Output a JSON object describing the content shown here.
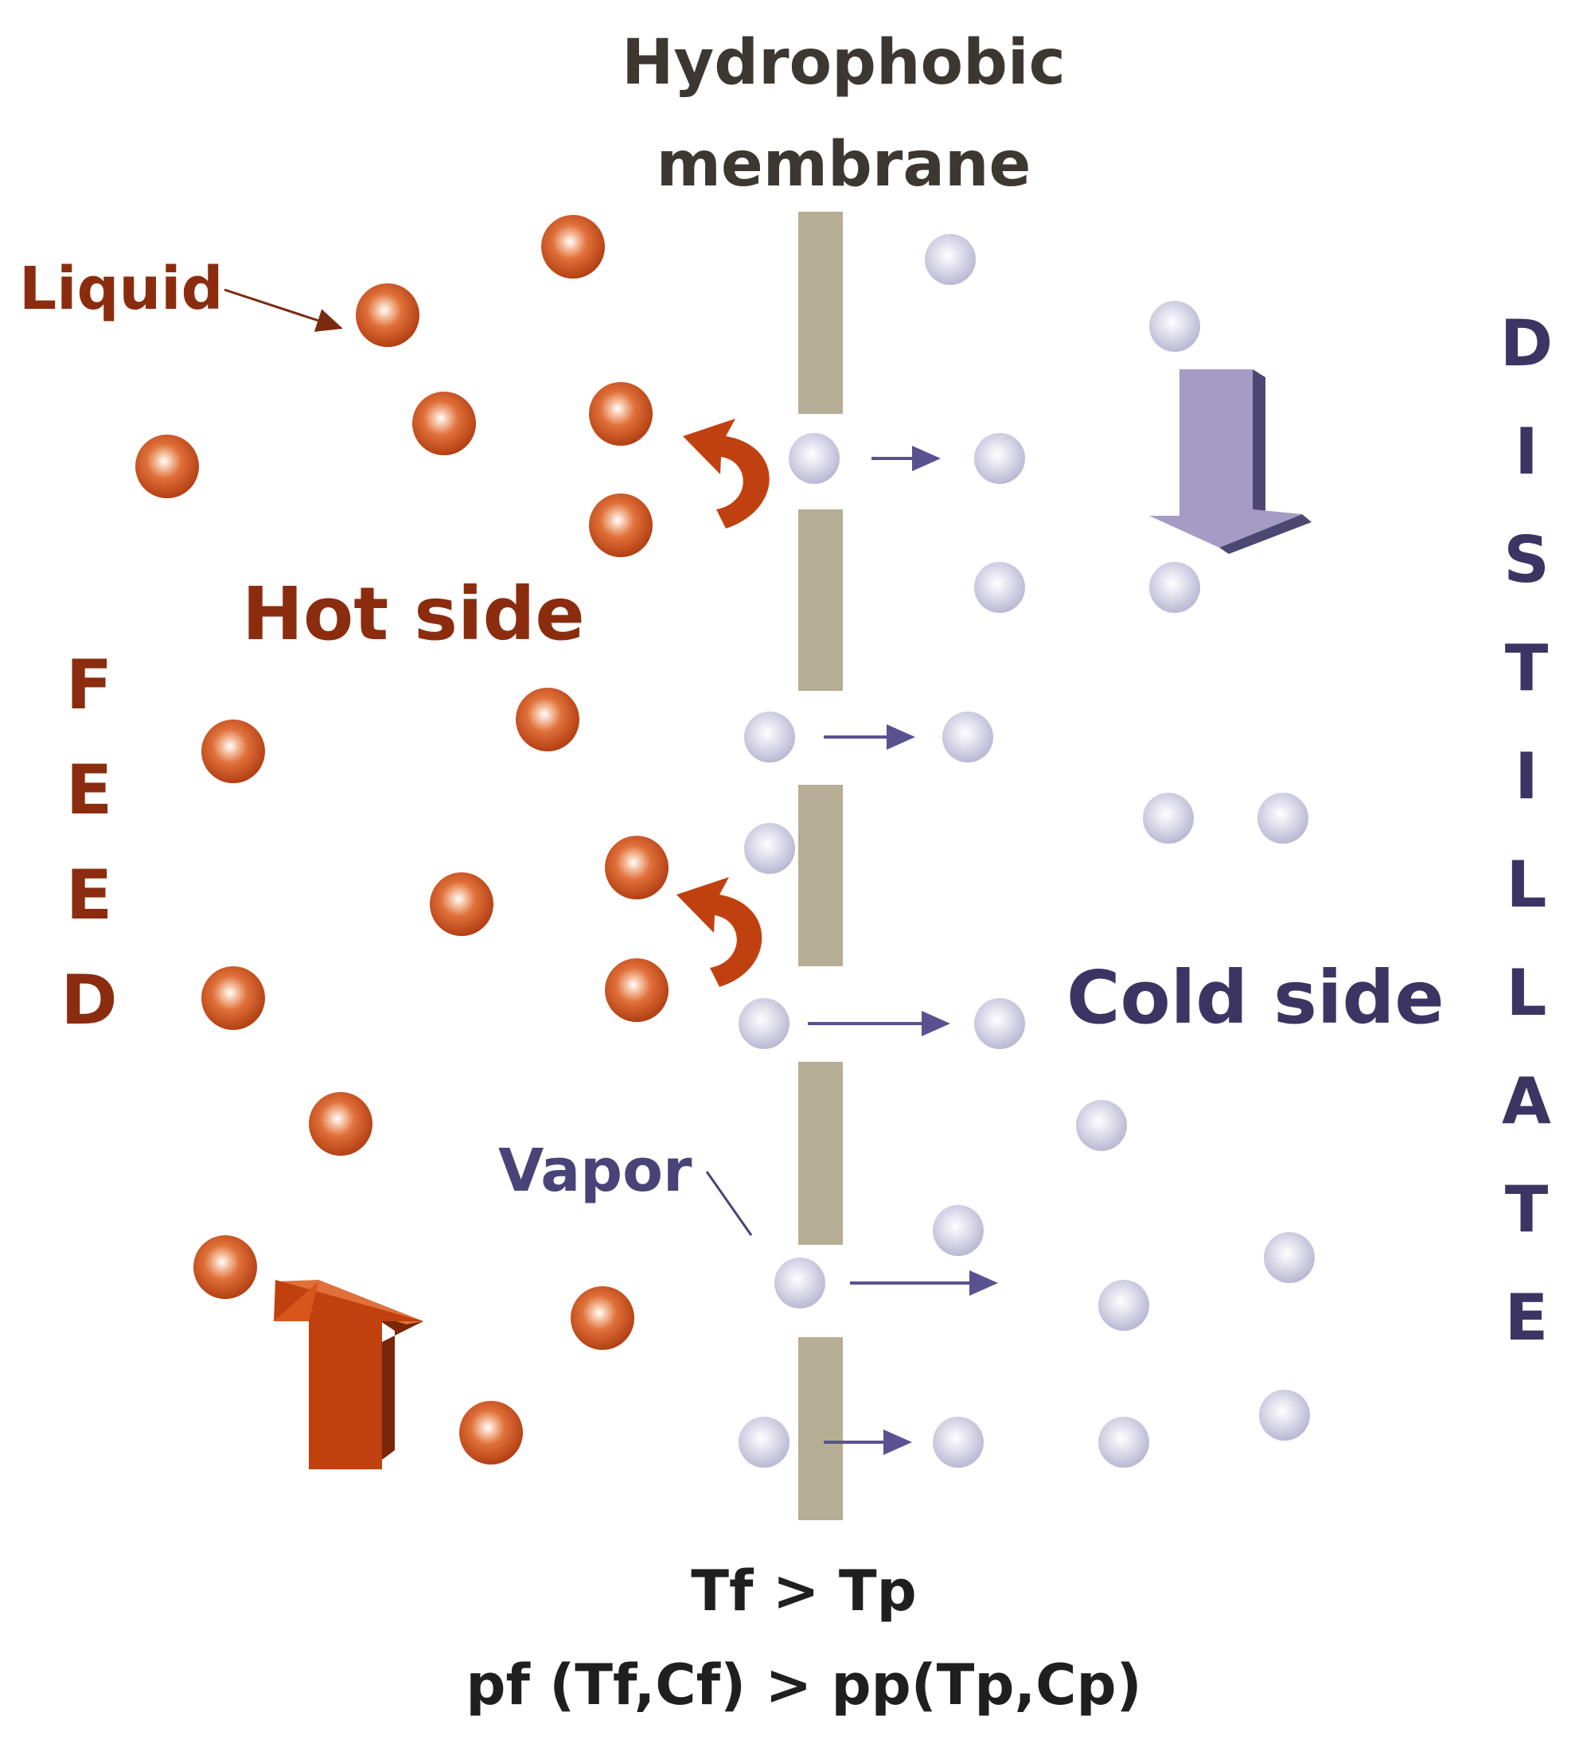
{
  "title": {
    "line1": "Hydrophobic",
    "line2": "membrane"
  },
  "labels": {
    "liquid": "Liquid",
    "hot_side": "Hot side",
    "cold_side": "Cold side",
    "vapor": "Vapor"
  },
  "feed": [
    "F",
    "E",
    "E",
    "D"
  ],
  "distillate": [
    "D",
    "I",
    "S",
    "T",
    "I",
    "L",
    "L",
    "A",
    "T",
    "E"
  ],
  "equations": {
    "line1": "Tf > Tp",
    "line2": "pf (Tf,Cf) > pp(Tp,Cp)"
  },
  "colors": {
    "liquid_particle": "#d2541f",
    "vapor_particle": "#c9c7de",
    "membrane": "#b5ad94",
    "feed_arrow": "#c0410f",
    "distillate_arrow": "#a69bc4",
    "vapor_arrow": "#5a5290",
    "hot_text": "#8b2c0e",
    "cold_text": "#3c3563"
  }
}
